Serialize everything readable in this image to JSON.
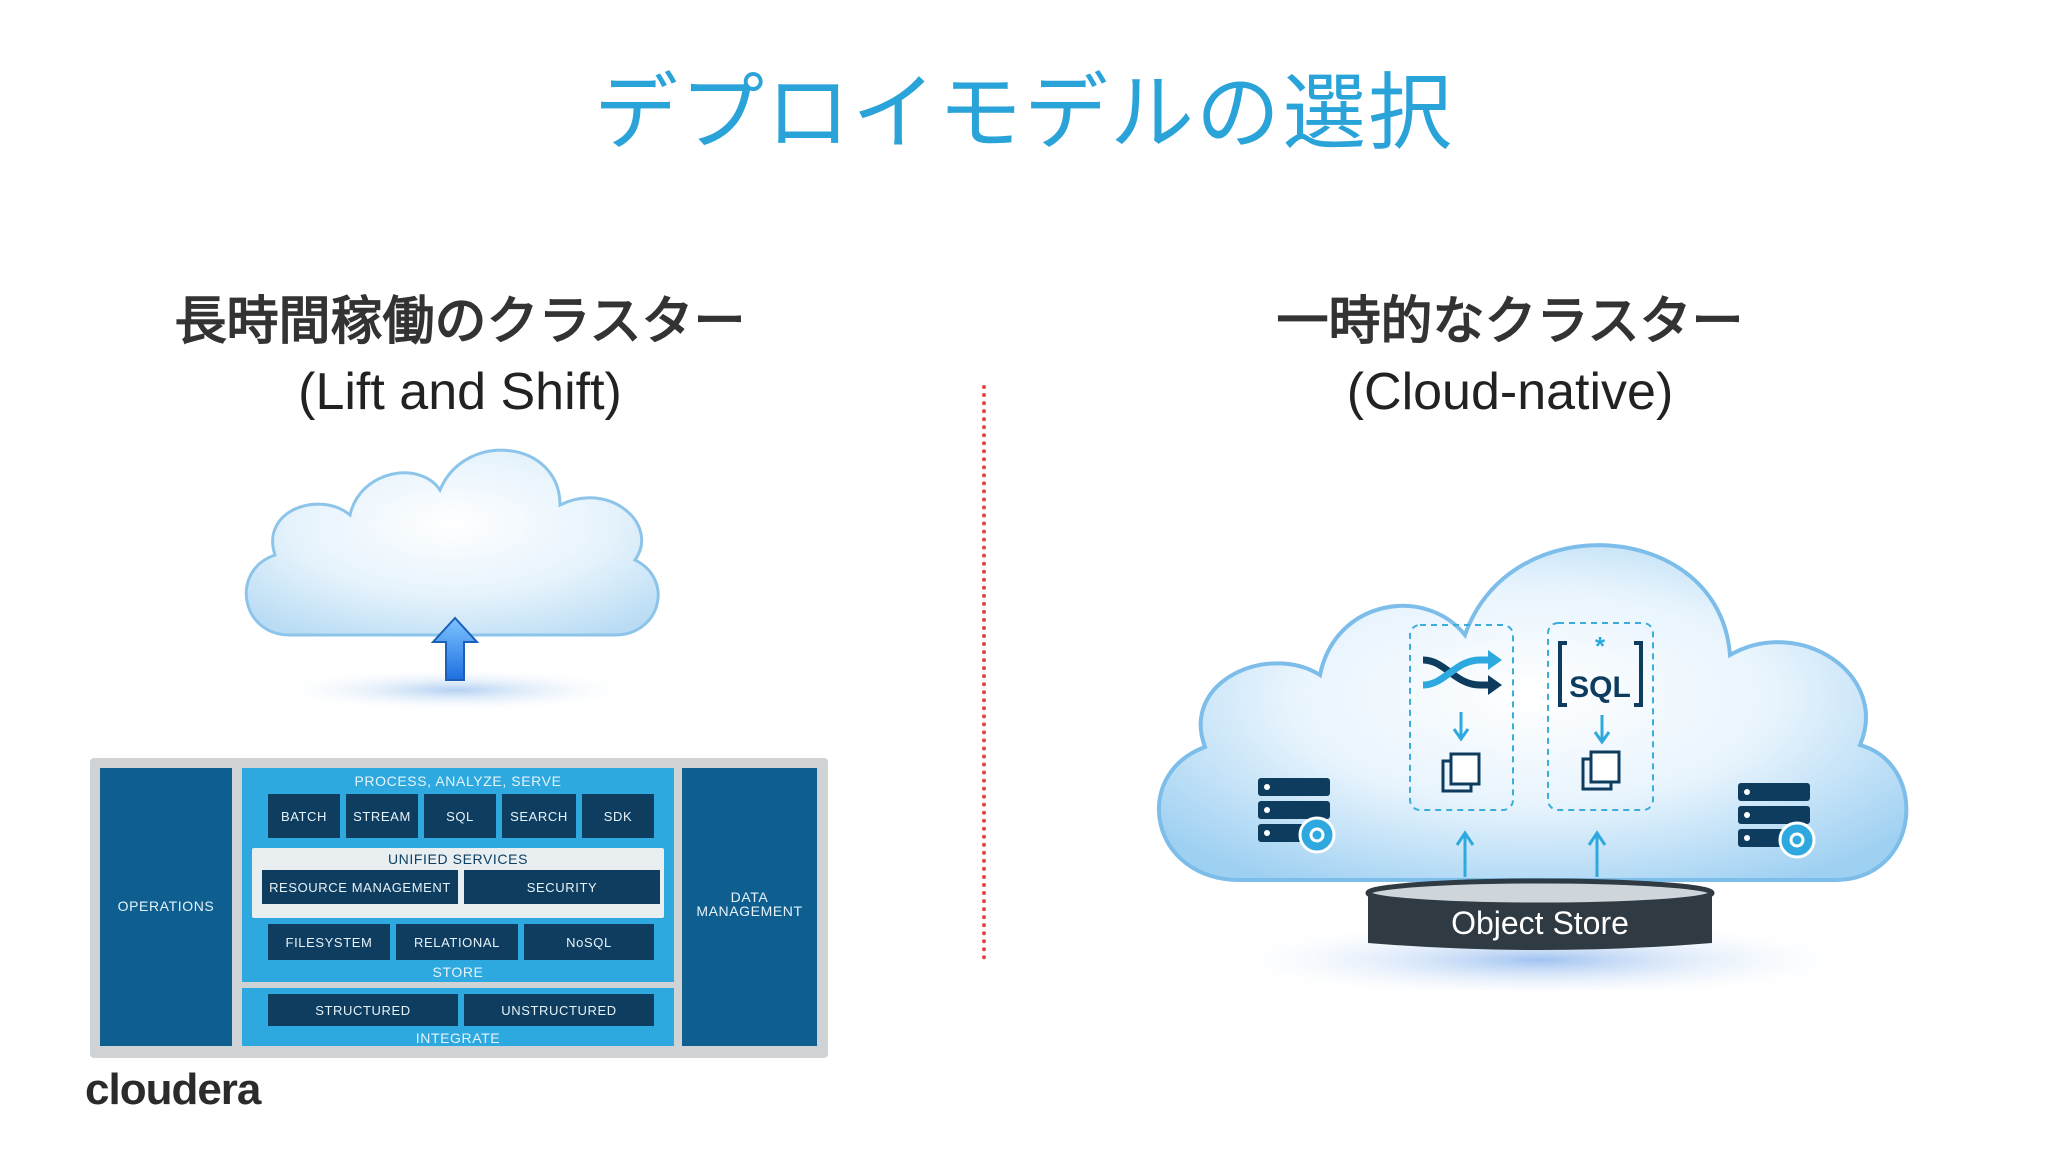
{
  "slide": {
    "title": "デプロイモデルの選択"
  },
  "left": {
    "title": "長時間稼働のクラスター",
    "subtitle": "(Lift and Shift)",
    "stack": {
      "left_column": "OPERATIONS",
      "right_column": "DATA MANAGEMENT",
      "process_header": "PROCESS, ANALYZE, SERVE",
      "process_items": [
        "BATCH",
        "STREAM",
        "SQL",
        "SEARCH",
        "SDK"
      ],
      "unified_header": "UNIFIED SERVICES",
      "unified_items": [
        "RESOURCE MANAGEMENT",
        "SECURITY"
      ],
      "store_items": [
        "FILESYSTEM",
        "RELATIONAL",
        "NoSQL"
      ],
      "store_label": "STORE",
      "integrate_items": [
        "STRUCTURED",
        "UNSTRUCTURED"
      ],
      "integrate_label": "INTEGRATE"
    },
    "logo_text": "cloudera"
  },
  "right": {
    "title": "一時的なクラスター",
    "subtitle": "(Cloud-native)",
    "object_store_label": "Object Store",
    "sql_icon_text": "SQL"
  },
  "colors": {
    "title_blue": "#2aa3d9",
    "stack_dark": "#0f3d5f",
    "stack_mid": "#0e5f8f",
    "stack_light": "#2ea9df",
    "divider": "#e04646"
  }
}
